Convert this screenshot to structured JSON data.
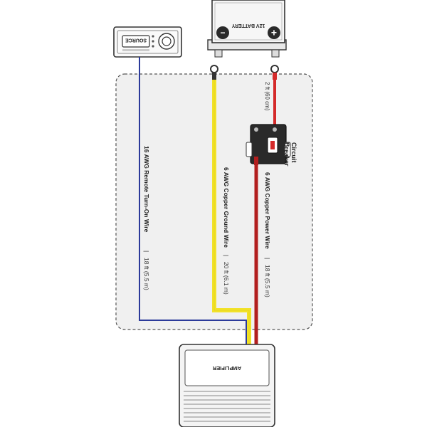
{
  "head_unit": {
    "source_label": "SOURCE"
  },
  "battery": {
    "label": "12V BATTERY",
    "negative_symbol": "−",
    "positive_symbol": "+"
  },
  "breaker": {
    "label_line1": "Circuit",
    "label_line2": "Breaker"
  },
  "wires": {
    "short_power": {
      "label": "2 ft (60 cm)",
      "color": "#d42a2a"
    },
    "remote": {
      "label": "16 AWG Remote Turn-On Wire",
      "length": "18 ft (5.5 m)",
      "color": "#2b3a9a"
    },
    "ground": {
      "label": "6 AWG Copper Ground Wire",
      "length": "20 ft (6.1 m)",
      "color": "#f2e229"
    },
    "power": {
      "label": "6 AWG Copper Power Wire",
      "length": "18 ft (5.5 m)",
      "color": "#b21e1e"
    }
  },
  "amplifier": {
    "label": "AMPLIFIER"
  },
  "colors": {
    "panel_fill": "#f0f0f0",
    "panel_border": "#555555",
    "device_fill": "#f4f4f4"
  }
}
